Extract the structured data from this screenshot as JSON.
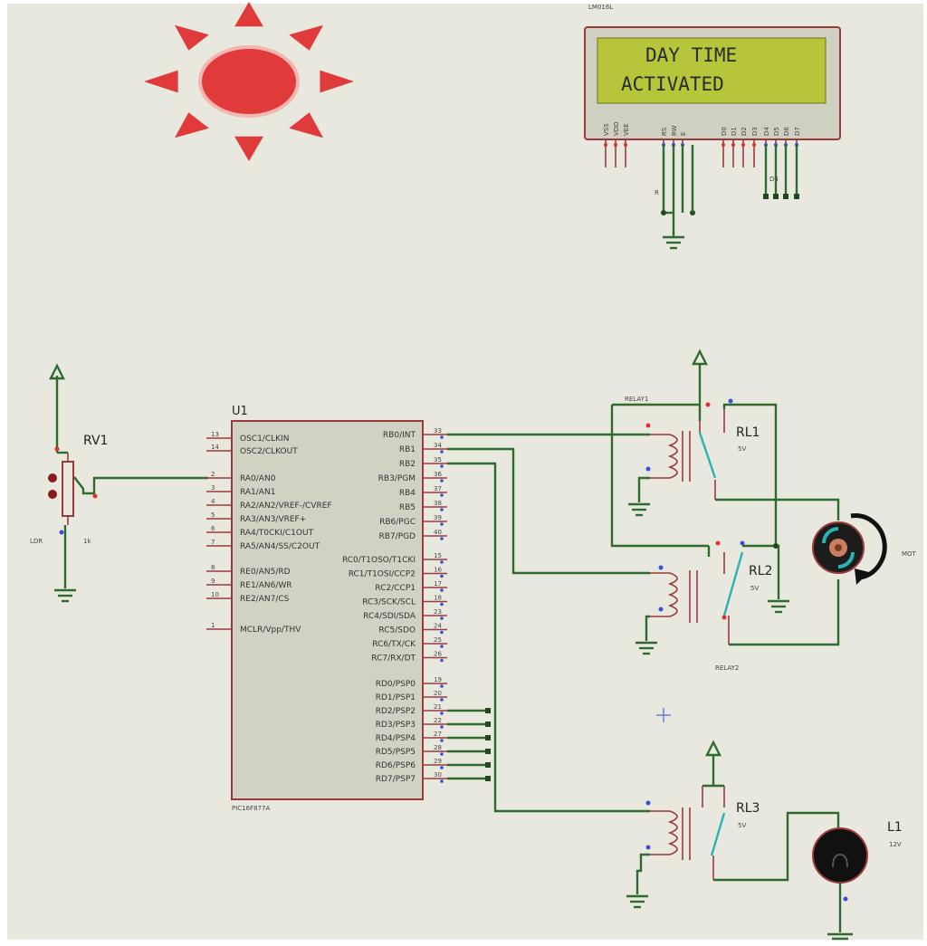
{
  "colors": {
    "background": "#e9e8df",
    "wire": "#2f6b2f",
    "component_border": "#9a3b3b",
    "chip_fill": "#d2d2c4",
    "lcd_screen": "#b6c53a",
    "lcd_body": "#cfcfc2",
    "pin_red": "#e03030",
    "pin_blue": "#3a50d0",
    "sun": "#e03a3a",
    "relay_switch": "#2bb3b3"
  },
  "lcd": {
    "line1": "DAY TIME",
    "line2": "ACTIVATED",
    "label": "LM016L",
    "pin_labels": [
      "VSS",
      "VDD",
      "VEE",
      "RS",
      "RW",
      "E",
      "D0",
      "D1",
      "D2",
      "D3",
      "D4",
      "D5",
      "D6",
      "D7"
    ]
  },
  "rv1": {
    "ref": "RV1",
    "name": "LDR",
    "value": "1k"
  },
  "mcu": {
    "ref": "U1",
    "part": "PIC16F877A",
    "left_pins": [
      {
        "num": "13",
        "name": "OSC1/CLKIN"
      },
      {
        "num": "14",
        "name": "OSC2/CLKOUT"
      },
      {
        "num": "2",
        "name": "RA0/AN0"
      },
      {
        "num": "3",
        "name": "RA1/AN1"
      },
      {
        "num": "4",
        "name": "RA2/AN2/VREF-/CVREF"
      },
      {
        "num": "5",
        "name": "RA3/AN3/VREF+"
      },
      {
        "num": "6",
        "name": "RA4/T0CKI/C1OUT"
      },
      {
        "num": "7",
        "name": "RA5/AN4/SS/C2OUT"
      },
      {
        "num": "8",
        "name": "RE0/AN5/RD"
      },
      {
        "num": "9",
        "name": "RE1/AN6/WR"
      },
      {
        "num": "10",
        "name": "RE2/AN7/CS"
      },
      {
        "num": "1",
        "name": "MCLR/Vpp/THV"
      }
    ],
    "right_pins": [
      {
        "num": "33",
        "name": "RB0/INT"
      },
      {
        "num": "34",
        "name": "RB1"
      },
      {
        "num": "35",
        "name": "RB2"
      },
      {
        "num": "36",
        "name": "RB3/PGM"
      },
      {
        "num": "37",
        "name": "RB4"
      },
      {
        "num": "38",
        "name": "RB5"
      },
      {
        "num": "39",
        "name": "RB6/PGC"
      },
      {
        "num": "40",
        "name": "RB7/PGD"
      },
      {
        "num": "15",
        "name": "RC0/T1OSO/T1CKI"
      },
      {
        "num": "16",
        "name": "RC1/T1OSI/CCP2"
      },
      {
        "num": "17",
        "name": "RC2/CCP1"
      },
      {
        "num": "18",
        "name": "RC3/SCK/SCL"
      },
      {
        "num": "23",
        "name": "RC4/SDI/SDA"
      },
      {
        "num": "24",
        "name": "RC5/SDO"
      },
      {
        "num": "25",
        "name": "RC6/TX/CK"
      },
      {
        "num": "26",
        "name": "RC7/RX/DT"
      },
      {
        "num": "19",
        "name": "RD0/PSP0"
      },
      {
        "num": "20",
        "name": "RD1/PSP1"
      },
      {
        "num": "21",
        "name": "RD2/PSP2"
      },
      {
        "num": "22",
        "name": "RD3/PSP3"
      },
      {
        "num": "27",
        "name": "RD4/PSP4"
      },
      {
        "num": "28",
        "name": "RD5/PSP5"
      },
      {
        "num": "29",
        "name": "RD6/PSP6"
      },
      {
        "num": "30",
        "name": "RD7/PSP7"
      }
    ]
  },
  "relays": {
    "relay1_label": "RELAY1",
    "relay2_label": "RELAY2",
    "rl1": {
      "ref": "RL1",
      "value": "5V"
    },
    "rl2": {
      "ref": "RL2",
      "value": "5V"
    },
    "rl3": {
      "ref": "RL3",
      "value": "5V"
    }
  },
  "motor": {
    "label": "MOT"
  },
  "lamp": {
    "ref": "L1",
    "value": "12V"
  }
}
